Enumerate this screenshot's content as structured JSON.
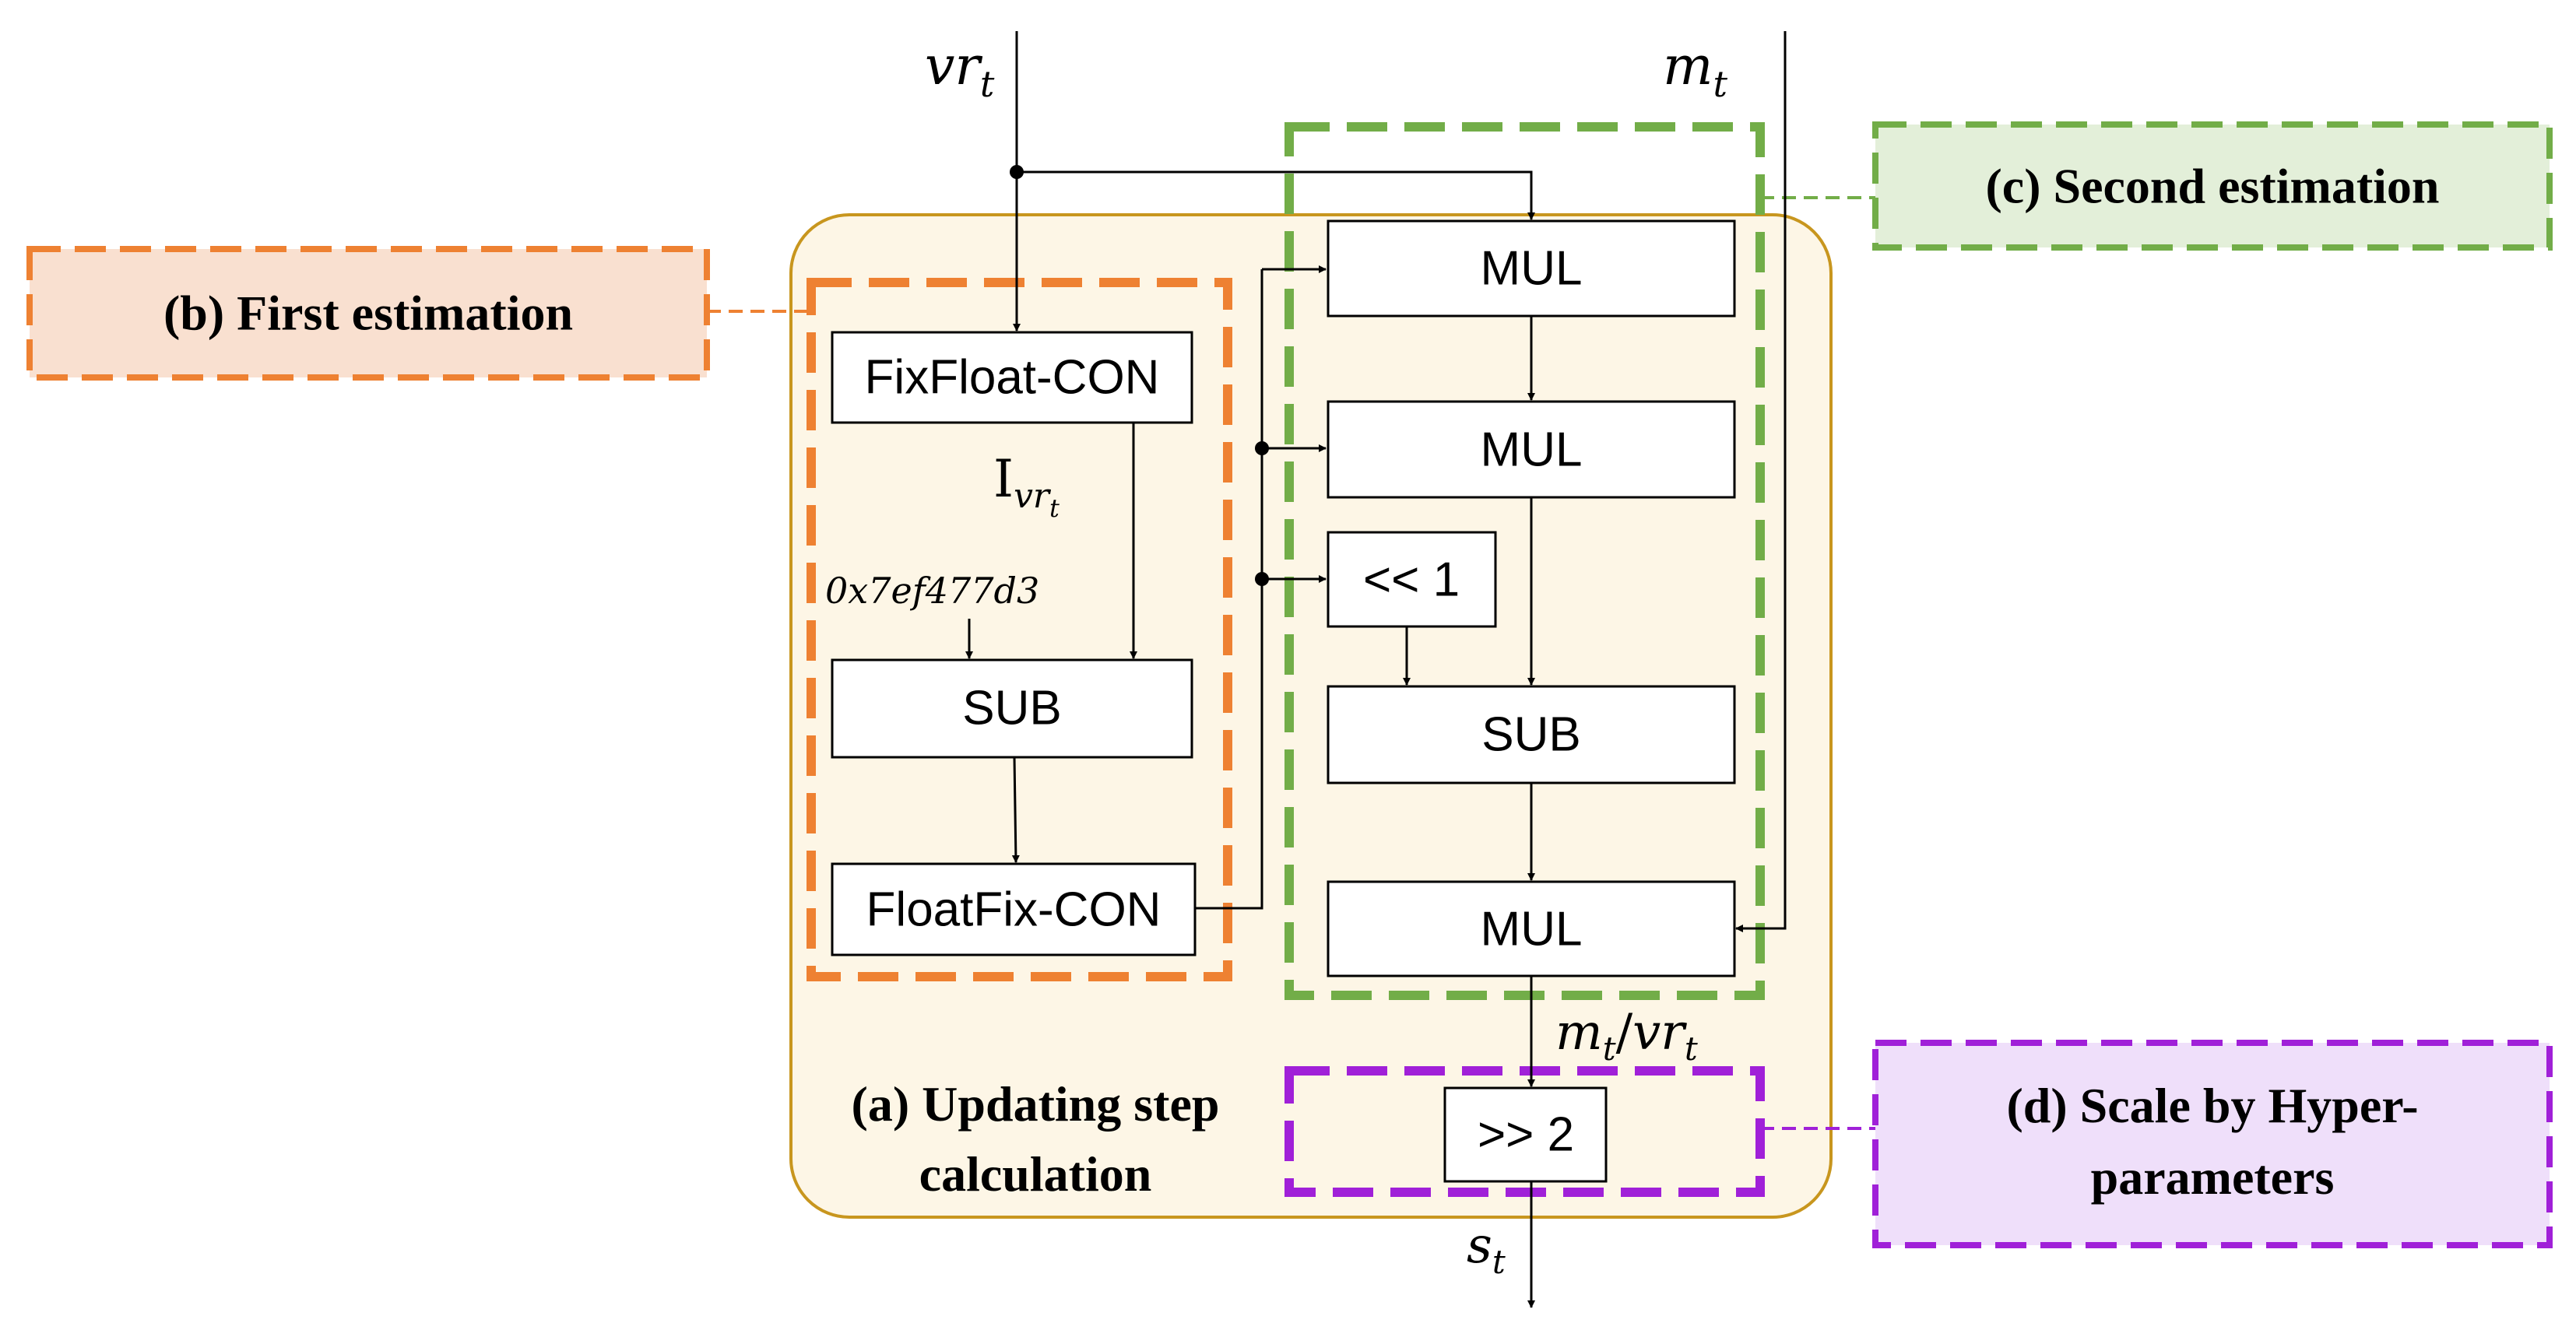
{
  "blocks": {
    "mul1": "MUL",
    "mul2": "MUL",
    "shift1": "<< 1",
    "sub2": "SUB",
    "mul3": "MUL",
    "fixfloat": "FixFloat-CON",
    "sub1": "SUB",
    "floatfix": "FloatFix-CON",
    "shift2": ">> 2"
  },
  "signals": {
    "vr_base": "vr",
    "vr_sub": "t",
    "m_base": "m",
    "m_sub": "t",
    "ivr_base": "I",
    "ivr_sub_base": "vr",
    "ivr_sub_sub": "t",
    "constant": "0x7ef477d3",
    "ratio_m": "m",
    "ratio_m_sub": "t",
    "ratio_slash": "/",
    "ratio_vr": "vr",
    "ratio_vr_sub": "t",
    "s_base": "s",
    "s_sub": "t"
  },
  "labels": {
    "a_line1": "(a) Updating step",
    "a_line2": "calculation",
    "b": "(b) First estimation",
    "c": "(c) Second estimation",
    "d_line1": "(d) Scale by Hyper-",
    "d_line2": "parameters"
  },
  "colors": {
    "container_fill": "#fdf6e6",
    "container_stroke": "#c8961e",
    "orange": "#ee8132",
    "orange_fill": "#f9e0d0",
    "green": "#72ad48",
    "green_fill": "#e3efd9",
    "purple": "#a020d8",
    "purple_fill": "#efdffa"
  }
}
